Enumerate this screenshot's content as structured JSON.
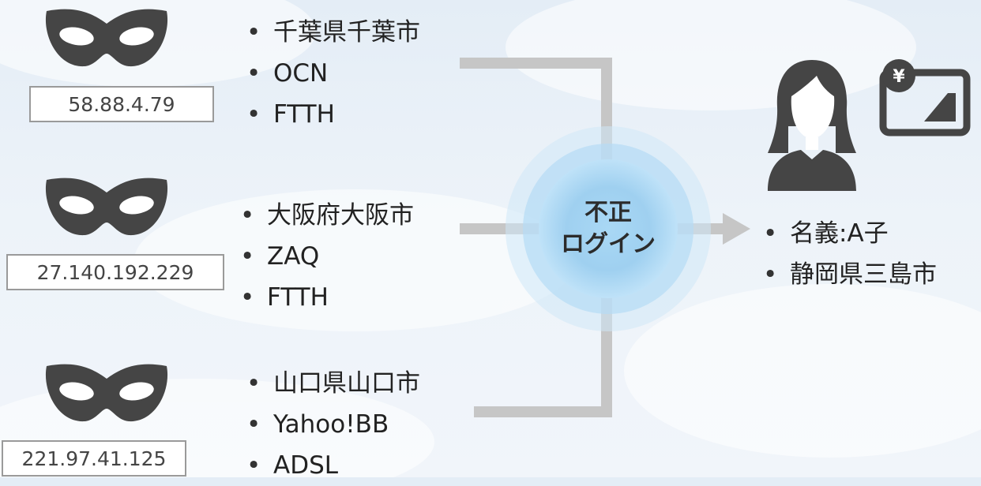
{
  "sources": [
    {
      "ip": "58.88.4.79",
      "details": [
        "千葉県千葉市",
        "OCN",
        "FTTH"
      ]
    },
    {
      "ip": "27.140.192.229",
      "details": [
        "大阪府大阪市",
        "ZAQ",
        "FTTH"
      ]
    },
    {
      "ip": "221.97.41.125",
      "details": [
        "山口県山口市",
        "Yahoo!BB",
        "ADSL"
      ]
    }
  ],
  "center": {
    "line1": "不正",
    "line2": "ログイン"
  },
  "target": {
    "details": [
      "名義:A子",
      "静岡県三島市"
    ]
  },
  "bullet": "•",
  "icons": {
    "mask": "mask-icon",
    "person": "person-icon",
    "card": "yen-card-icon"
  },
  "colors": {
    "icon_dark": "#454545",
    "connector": "#c6c6c6",
    "hub": "#9fd0f0",
    "bg": "#e8eff7"
  }
}
